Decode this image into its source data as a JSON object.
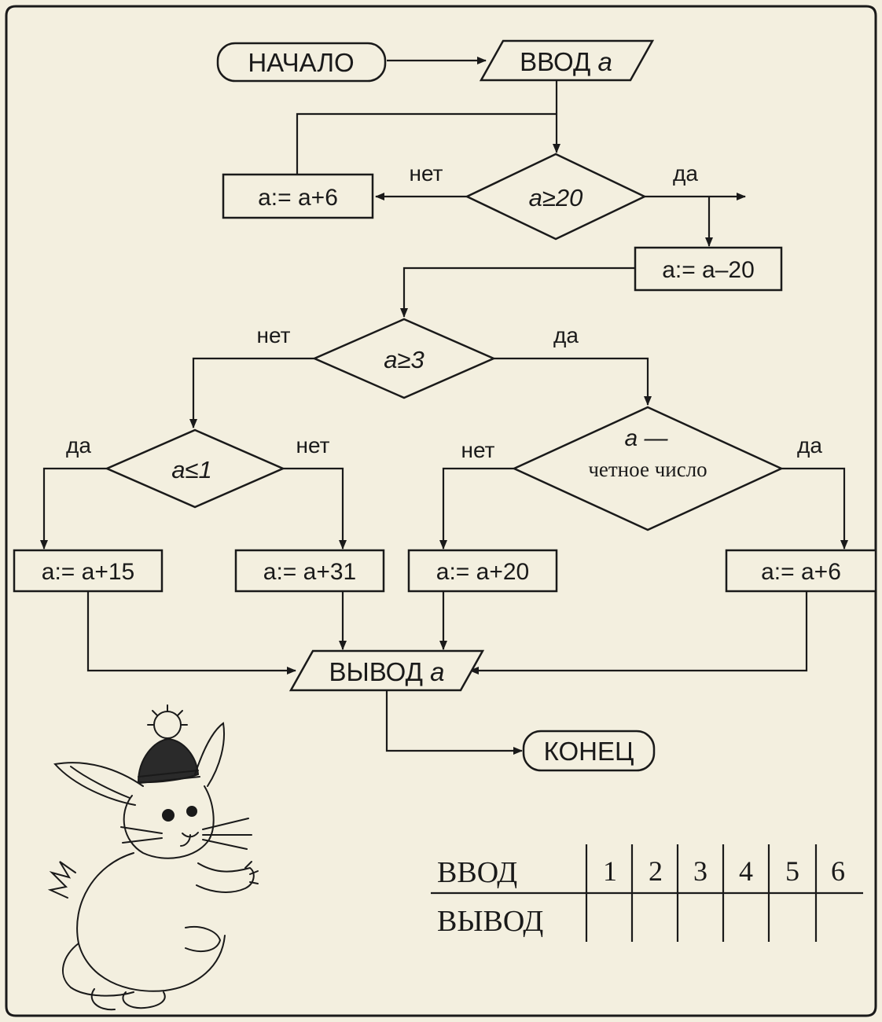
{
  "flowchart": {
    "start": "НАЧАЛО",
    "input": {
      "word": "ВВОД",
      "var": "a"
    },
    "cond1": "a≥20",
    "add6_left": "a:= a+6",
    "sub20": "a:= a–20",
    "cond2": "a≥3",
    "cond3": "a≤1",
    "cond4": {
      "line1": "a —",
      "line2": "четное число"
    },
    "add15": "a:= a+15",
    "add31": "a:= a+31",
    "add20": "a:= a+20",
    "add6_right": "a:= a+6",
    "output": {
      "word": "ВЫВОД",
      "var": "a"
    },
    "end": "КОНЕЦ",
    "labels": {
      "no1": "нет",
      "yes1": "да",
      "no2": "нет",
      "yes2": "да",
      "yes3": "да",
      "no3": "нет",
      "no4": "нет",
      "yes4": "да"
    }
  },
  "table": {
    "rows": [
      {
        "label": "ВВОД",
        "cells": [
          "1",
          "2",
          "3",
          "4",
          "5",
          "6"
        ]
      },
      {
        "label": "ВЫВОД",
        "cells": [
          "",
          "",
          "",
          "",
          "",
          ""
        ]
      }
    ]
  },
  "illustration": {
    "icon": "bunny-with-hat-illustration"
  }
}
